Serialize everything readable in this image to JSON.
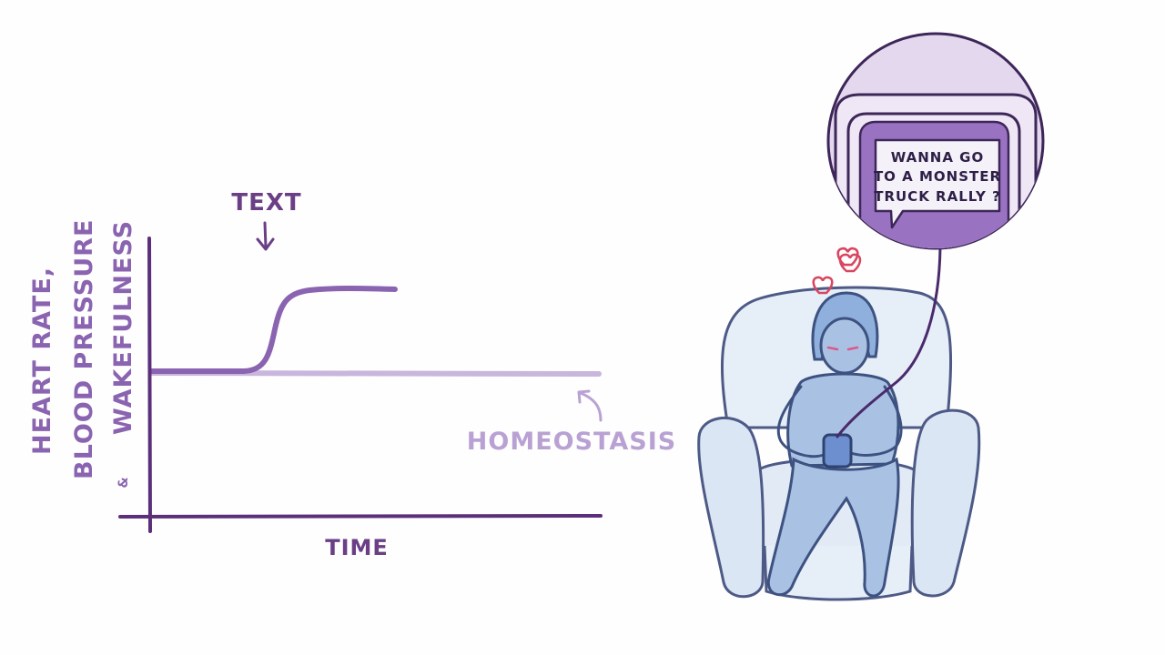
{
  "chart": {
    "ylabel_line1": "Heart Rate,",
    "ylabel_line2": "Blood Pressure",
    "ylabel_amp": "&",
    "ylabel_line3": "Wakefulness",
    "xlabel": "Time",
    "annotation_text": "Text",
    "annotation_baseline": "Homeostasis"
  },
  "speech": {
    "line1": "Wanna Go",
    "line2": "To A Monster",
    "line3": "Truck Rally ?"
  },
  "colors": {
    "axis": "#5b2f7a",
    "response_curve": "#8a64b0",
    "baseline": "#c8b6dd",
    "label_dark": "#6a3f86",
    "label_light": "#b9a2d3",
    "person": "#a9c2e4",
    "chair": "#e6eef8",
    "heart": "#d9455f"
  }
}
